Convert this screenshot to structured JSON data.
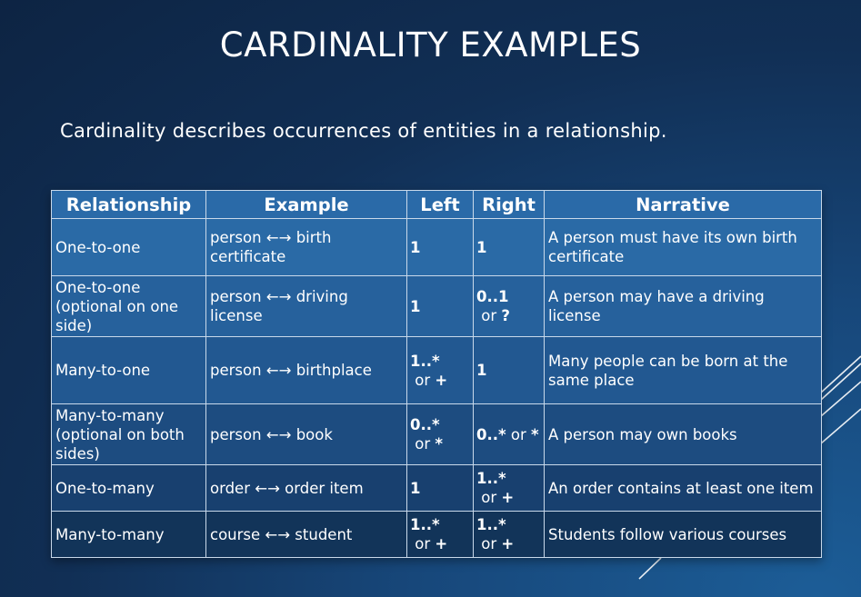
{
  "title": "CARDINALITY EXAMPLES",
  "subtitle": "Cardinality describes occurrences of entities in a relationship.",
  "table": {
    "headers": {
      "relationship": "Relationship",
      "example": "Example",
      "left": "Left",
      "right": "Right",
      "narrative": "Narrative"
    },
    "rows": [
      {
        "relationship": "One-to-one",
        "example": "person ←→ birth certificate",
        "left": {
          "value": "1",
          "or": "",
          "alt": ""
        },
        "right": {
          "value": "1",
          "or": "",
          "alt": ""
        },
        "narrative": "A person must have its own birth certificate"
      },
      {
        "relationship": "One-to-one (optional on one side)",
        "example": "person ←→ driving license",
        "left": {
          "value": "1",
          "or": "",
          "alt": ""
        },
        "right": {
          "value": "0..1",
          "or": " or ",
          "alt": "?"
        },
        "narrative": "A person may have a driving license"
      },
      {
        "relationship": "Many-to-one",
        "example": "person ←→ birthplace",
        "left": {
          "value": "1..*",
          "or": " or ",
          "alt": "+"
        },
        "right": {
          "value": "1",
          "or": "",
          "alt": ""
        },
        "narrative": "Many people can be born at the same place"
      },
      {
        "relationship": "Many-to-many (optional on both sides)",
        "example": "person ←→ book",
        "left": {
          "value": "0..*",
          "or": " or ",
          "alt": "*"
        },
        "right": {
          "value": "0..*",
          "or": " or ",
          "alt": "*"
        },
        "narrative": "A person may own books"
      },
      {
        "relationship": "One-to-many",
        "example": "order ←→ order item",
        "left": {
          "value": "1",
          "or": "",
          "alt": ""
        },
        "right": {
          "value": "1..*",
          "or": " or ",
          "alt": "+"
        },
        "narrative": "An order contains at least one item"
      },
      {
        "relationship": "Many-to-many",
        "example": "course ←→ student",
        "left": {
          "value": "1..*",
          "or": " or ",
          "alt": "+"
        },
        "right": {
          "value": "1..*",
          "or": " or ",
          "alt": "+"
        },
        "narrative": "Students follow various courses"
      }
    ]
  }
}
